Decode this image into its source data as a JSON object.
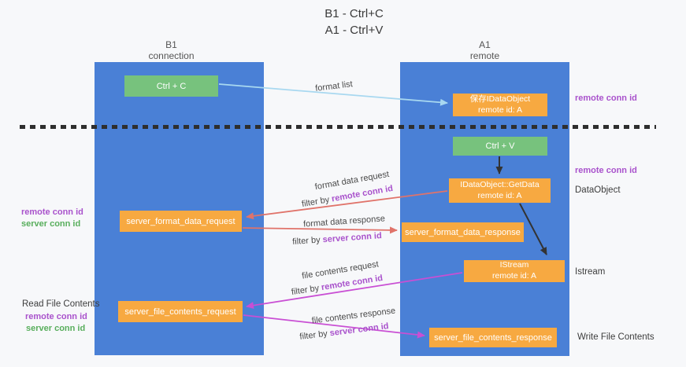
{
  "title": {
    "line1": "B1 - Ctrl+C",
    "line2": "A1 - Ctrl+V"
  },
  "columns": {
    "left": {
      "name": "B1",
      "role": "connection"
    },
    "right": {
      "name": "A1",
      "role": "remote"
    }
  },
  "boxes": {
    "ctrl_c": "Ctrl + C",
    "ctrl_v": "Ctrl + V",
    "save_idataobject": {
      "line1": "保存IDataObject",
      "line2": "remote id: A"
    },
    "getdata": {
      "line1": "IDataObject::GetData",
      "line2": "remote id: A"
    },
    "istream": {
      "line1": "IStream",
      "line2": "remote id: A"
    },
    "server_format_data_request": "server_format_data_request",
    "server_format_data_response": "server_format_data_response",
    "server_file_contents_request": "server_file_contents_request",
    "server_file_contents_response": "server_file_contents_response"
  },
  "flow_labels": {
    "format_list": "format list",
    "format_data_request": "format data request",
    "format_data_response": "format data response",
    "file_contents_request": "file contents request",
    "file_contents_response": "file contents response",
    "filter_by": "filter by",
    "remote_conn_id": "remote conn id",
    "server_conn_id": "server conn id"
  },
  "side_labels": {
    "remote_conn_id": "remote conn id",
    "server_conn_id": "server conn id",
    "dataobject": "DataObject",
    "istream": "Istream",
    "read_file_contents": "Read File Contents",
    "write_file_contents": "Write File Contents"
  },
  "colors": {
    "column_fill": "#4a80d6",
    "box_orange": "#f7a941",
    "box_green": "#77c27d",
    "arrow_blue": "#a8d8f0",
    "arrow_salmon": "#e0736a",
    "arrow_magenta": "#c94fd4",
    "arrow_black": "#333333",
    "label_purple": "#a952cc",
    "label_green": "#58ae5c",
    "background": "#f7f8fa"
  }
}
